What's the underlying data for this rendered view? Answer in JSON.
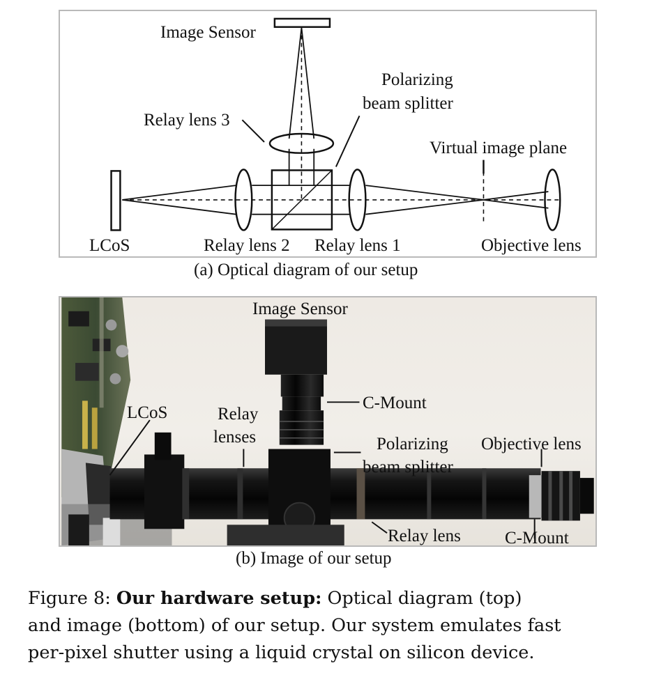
{
  "panel_a": {
    "labels": {
      "image_sensor": "Image Sensor",
      "polarizing_1": "Polarizing",
      "polarizing_2": "beam splitter",
      "relay_lens_3": "Relay lens 3",
      "virtual_image_plane": "Virtual image plane",
      "lcos": "LCoS",
      "relay_lens_2": "Relay lens 2",
      "relay_lens_1": "Relay lens 1",
      "objective_lens": "Objective lens"
    },
    "caption": "(a) Optical diagram of our setup"
  },
  "panel_b": {
    "labels": {
      "image_sensor": "Image Sensor",
      "c_mount_top": "C-Mount",
      "lcos": "LCoS",
      "relay_lenses_1": "Relay",
      "relay_lenses_2": "lenses",
      "polarizing_1": "Polarizing",
      "polarizing_2": "beam splitter",
      "objective_lens": "Objective lens",
      "relay_lens": "Relay lens",
      "c_mount_bottom": "C-Mount"
    },
    "caption": "(b) Image of our setup"
  },
  "figure_caption": {
    "prefix": "Figure 8: ",
    "bold": "Our hardware setup:",
    "line1_rest": " Optical diagram (top)",
    "line2": "and image (bottom) of our setup. Our system emulates fast",
    "line3": "per-pixel shutter using a liquid crystal on silicon device."
  }
}
